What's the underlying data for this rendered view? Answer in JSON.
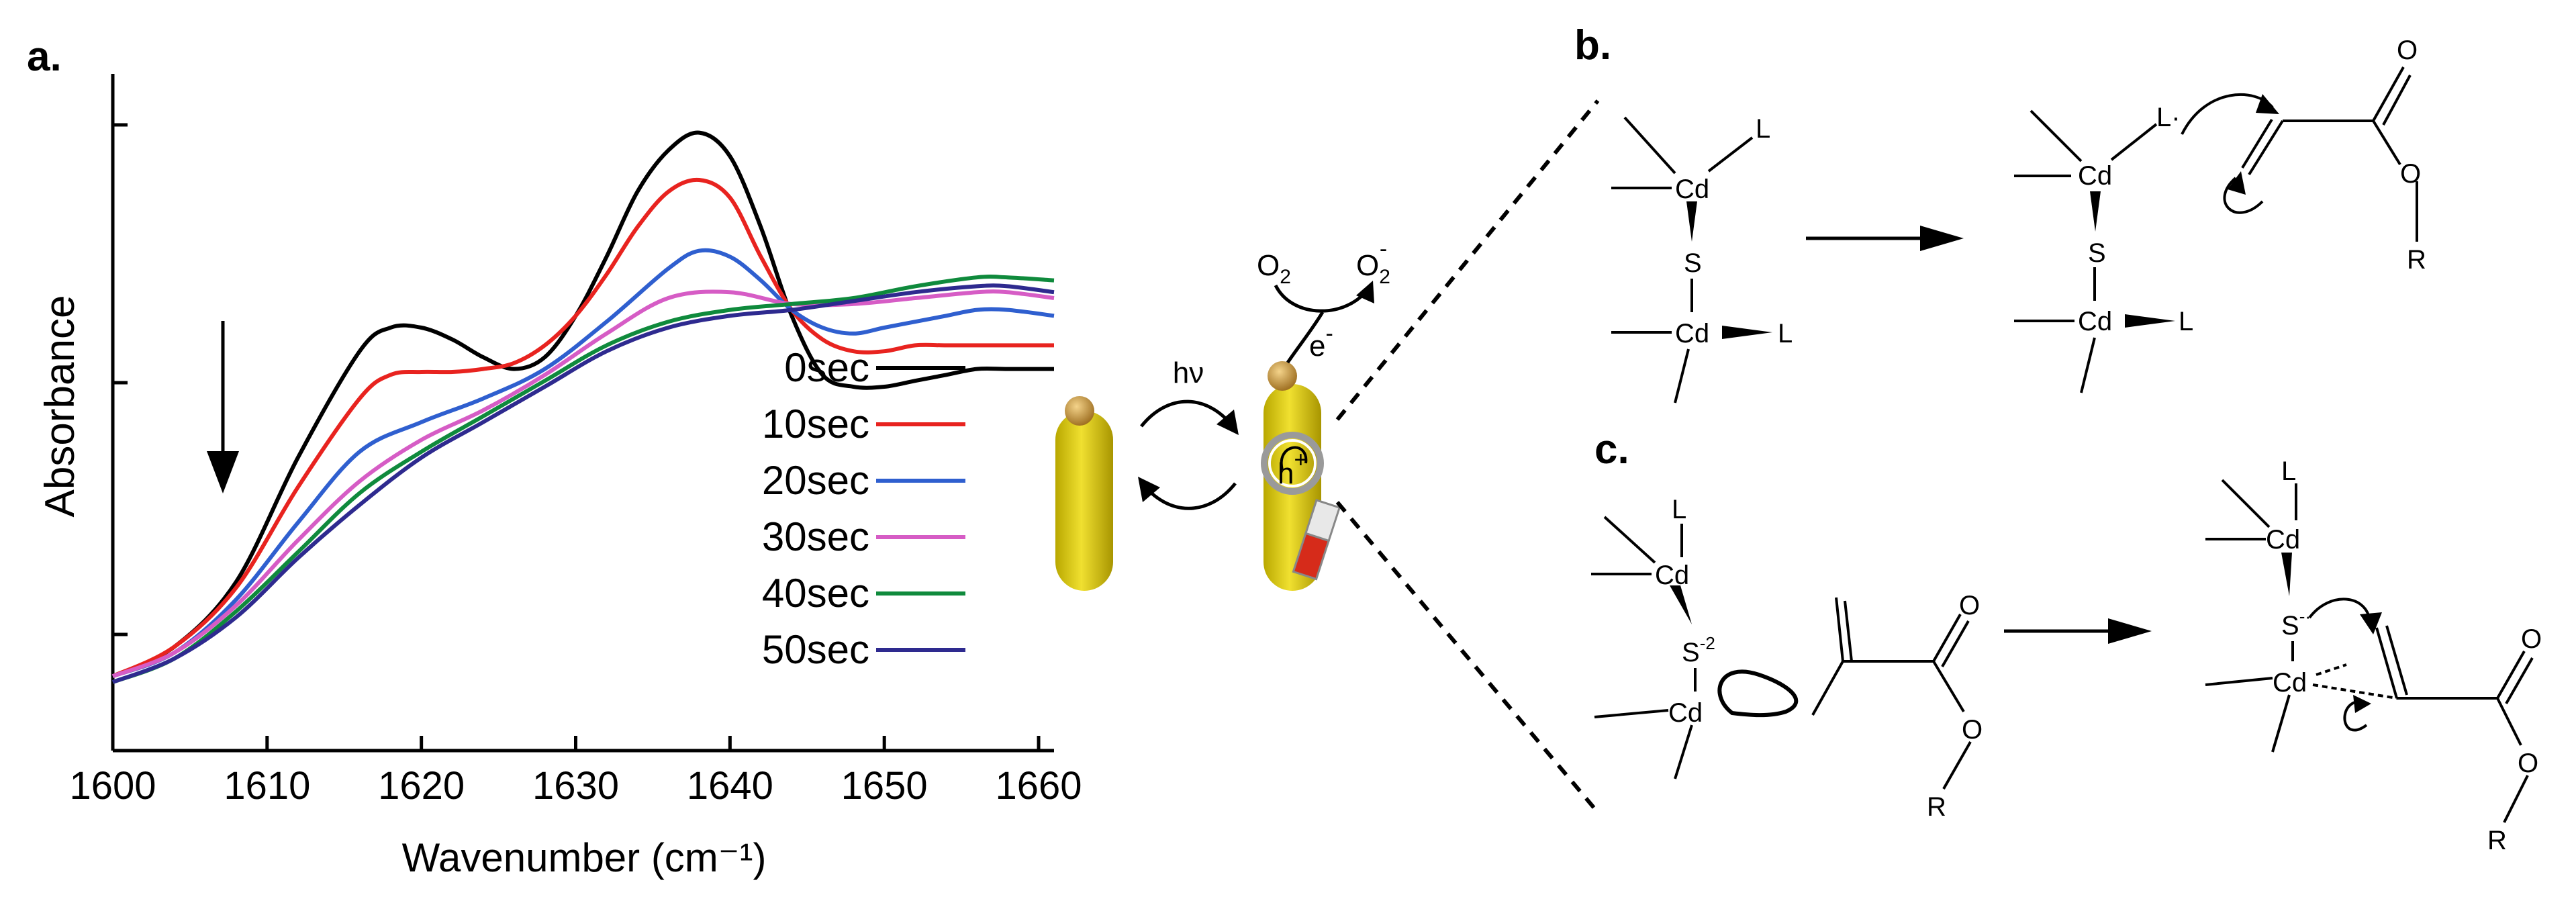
{
  "panels": {
    "a": "a.",
    "b": "b.",
    "c": "c."
  },
  "chart_data": {
    "type": "line",
    "xlabel": "Wavenumber (cm⁻¹)",
    "ylabel": "Absorbance",
    "xlim": [
      1600,
      1661
    ],
    "xticks": [
      1600,
      1610,
      1620,
      1630,
      1640,
      1650,
      1660
    ],
    "yaxis_tick_labels": false,
    "grid": false,
    "legend_position": "center-right",
    "arrow_direction": "down",
    "series": [
      {
        "name": "0sec",
        "color": "#000000",
        "x": [
          1600,
          1604,
          1608,
          1612,
          1616,
          1618,
          1620,
          1622,
          1624,
          1626,
          1628,
          1630,
          1632,
          1634,
          1636,
          1638,
          1640,
          1642,
          1644,
          1646,
          1648,
          1650,
          1652,
          1654,
          1656,
          1658,
          1661
        ],
        "y": [
          0.06,
          0.11,
          0.22,
          0.43,
          0.61,
          0.65,
          0.65,
          0.63,
          0.6,
          0.58,
          0.6,
          0.67,
          0.77,
          0.88,
          0.95,
          0.98,
          0.94,
          0.82,
          0.67,
          0.57,
          0.55,
          0.55,
          0.56,
          0.57,
          0.58,
          0.58,
          0.58
        ]
      },
      {
        "name": "10sec",
        "color": "#e8231f",
        "x": [
          1600,
          1604,
          1608,
          1612,
          1616,
          1618,
          1620,
          1622,
          1624,
          1626,
          1628,
          1630,
          1632,
          1634,
          1636,
          1638,
          1640,
          1642,
          1644,
          1646,
          1648,
          1650,
          1652,
          1654,
          1656,
          1658,
          1661
        ],
        "y": [
          0.06,
          0.11,
          0.21,
          0.38,
          0.53,
          0.57,
          0.575,
          0.575,
          0.58,
          0.59,
          0.62,
          0.67,
          0.74,
          0.82,
          0.88,
          0.9,
          0.87,
          0.77,
          0.68,
          0.63,
          0.61,
          0.61,
          0.62,
          0.62,
          0.62,
          0.62,
          0.62
        ]
      },
      {
        "name": "20sec",
        "color": "#2f5fcf",
        "x": [
          1600,
          1604,
          1608,
          1612,
          1616,
          1620,
          1624,
          1628,
          1632,
          1636,
          1638,
          1640,
          1642,
          1644,
          1646,
          1648,
          1650,
          1652,
          1654,
          1656,
          1658,
          1661
        ],
        "y": [
          0.06,
          0.1,
          0.19,
          0.32,
          0.44,
          0.49,
          0.53,
          0.58,
          0.66,
          0.75,
          0.78,
          0.77,
          0.73,
          0.68,
          0.65,
          0.64,
          0.65,
          0.66,
          0.67,
          0.68,
          0.68,
          0.67
        ]
      },
      {
        "name": "30sec",
        "color": "#d65cc5",
        "x": [
          1600,
          1604,
          1608,
          1612,
          1616,
          1620,
          1624,
          1628,
          1632,
          1636,
          1640,
          1644,
          1648,
          1652,
          1656,
          1658,
          1661
        ],
        "y": [
          0.06,
          0.1,
          0.18,
          0.29,
          0.39,
          0.46,
          0.51,
          0.57,
          0.64,
          0.7,
          0.71,
          0.69,
          0.69,
          0.7,
          0.71,
          0.71,
          0.7
        ]
      },
      {
        "name": "40sec",
        "color": "#0f8a3c",
        "x": [
          1600,
          1604,
          1608,
          1612,
          1616,
          1620,
          1624,
          1628,
          1632,
          1636,
          1640,
          1644,
          1648,
          1652,
          1656,
          1658,
          1661
        ],
        "y": [
          0.05,
          0.09,
          0.17,
          0.27,
          0.37,
          0.44,
          0.5,
          0.56,
          0.62,
          0.66,
          0.68,
          0.69,
          0.7,
          0.72,
          0.735,
          0.735,
          0.73
        ]
      },
      {
        "name": "50sec",
        "color": "#2e2a8f",
        "x": [
          1600,
          1604,
          1608,
          1612,
          1616,
          1620,
          1624,
          1628,
          1632,
          1636,
          1640,
          1644,
          1648,
          1652,
          1656,
          1658,
          1661
        ],
        "y": [
          0.05,
          0.09,
          0.16,
          0.26,
          0.35,
          0.43,
          0.49,
          0.55,
          0.61,
          0.65,
          0.67,
          0.68,
          0.695,
          0.71,
          0.72,
          0.72,
          0.71
        ]
      }
    ]
  },
  "scheme_labels": {
    "hv": "hν",
    "o2": "O",
    "o2_sub": "2",
    "o2minus_sup": "-",
    "eminus": "e",
    "eminus_sup": "-",
    "hplus": "h",
    "hplus_sup": "+"
  },
  "mechanism_b": {
    "cd": "Cd",
    "l": "L",
    "s": "S",
    "l_radical": "L·",
    "o": "O",
    "r": "R"
  },
  "mechanism_c": {
    "cd": "Cd",
    "l": "L",
    "s2": "S",
    "s2_sup": "-2",
    "s_anion": "S",
    "s_anion_sup": "-·",
    "o": "O",
    "r": "R"
  }
}
